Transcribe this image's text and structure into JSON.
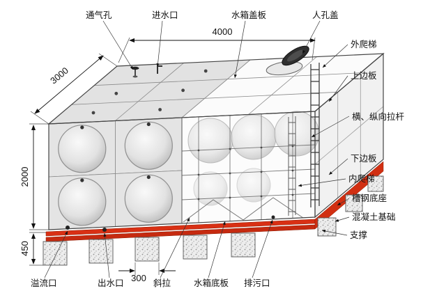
{
  "labels": {
    "top": [
      {
        "id": "vent",
        "text": "通气孔"
      },
      {
        "id": "inlet",
        "text": "进水口"
      },
      {
        "id": "cover_plate",
        "text": "水箱盖板"
      },
      {
        "id": "manhole",
        "text": "人孔盖"
      }
    ],
    "right": [
      {
        "id": "external_ladder",
        "text": "外爬梯"
      },
      {
        "id": "upper_plate",
        "text": "上边板"
      },
      {
        "id": "tie_rods",
        "text": "横、纵向拉杆"
      },
      {
        "id": "lower_plate",
        "text": "下边板"
      },
      {
        "id": "internal_ladder",
        "text": "内爬梯"
      },
      {
        "id": "channel_base",
        "text": "槽钢底座"
      },
      {
        "id": "concrete_foundation",
        "text": "混凝土基础"
      },
      {
        "id": "support",
        "text": "支撑"
      }
    ],
    "bottom": [
      {
        "id": "overflow",
        "text": "溢流口"
      },
      {
        "id": "outlet",
        "text": "出水口"
      },
      {
        "id": "diagonal_brace",
        "text": "斜拉"
      },
      {
        "id": "bottom_plate",
        "text": "水箱底板"
      },
      {
        "id": "drain",
        "text": "排污口"
      }
    ]
  },
  "dimensions": {
    "length": "4000",
    "width": "3000",
    "height": "2000",
    "foundation_height": "450",
    "support_width": "300"
  },
  "colors": {
    "channel_base_red": "#d93014",
    "panel_gray": "#e4e4e4",
    "line": "#333333"
  }
}
